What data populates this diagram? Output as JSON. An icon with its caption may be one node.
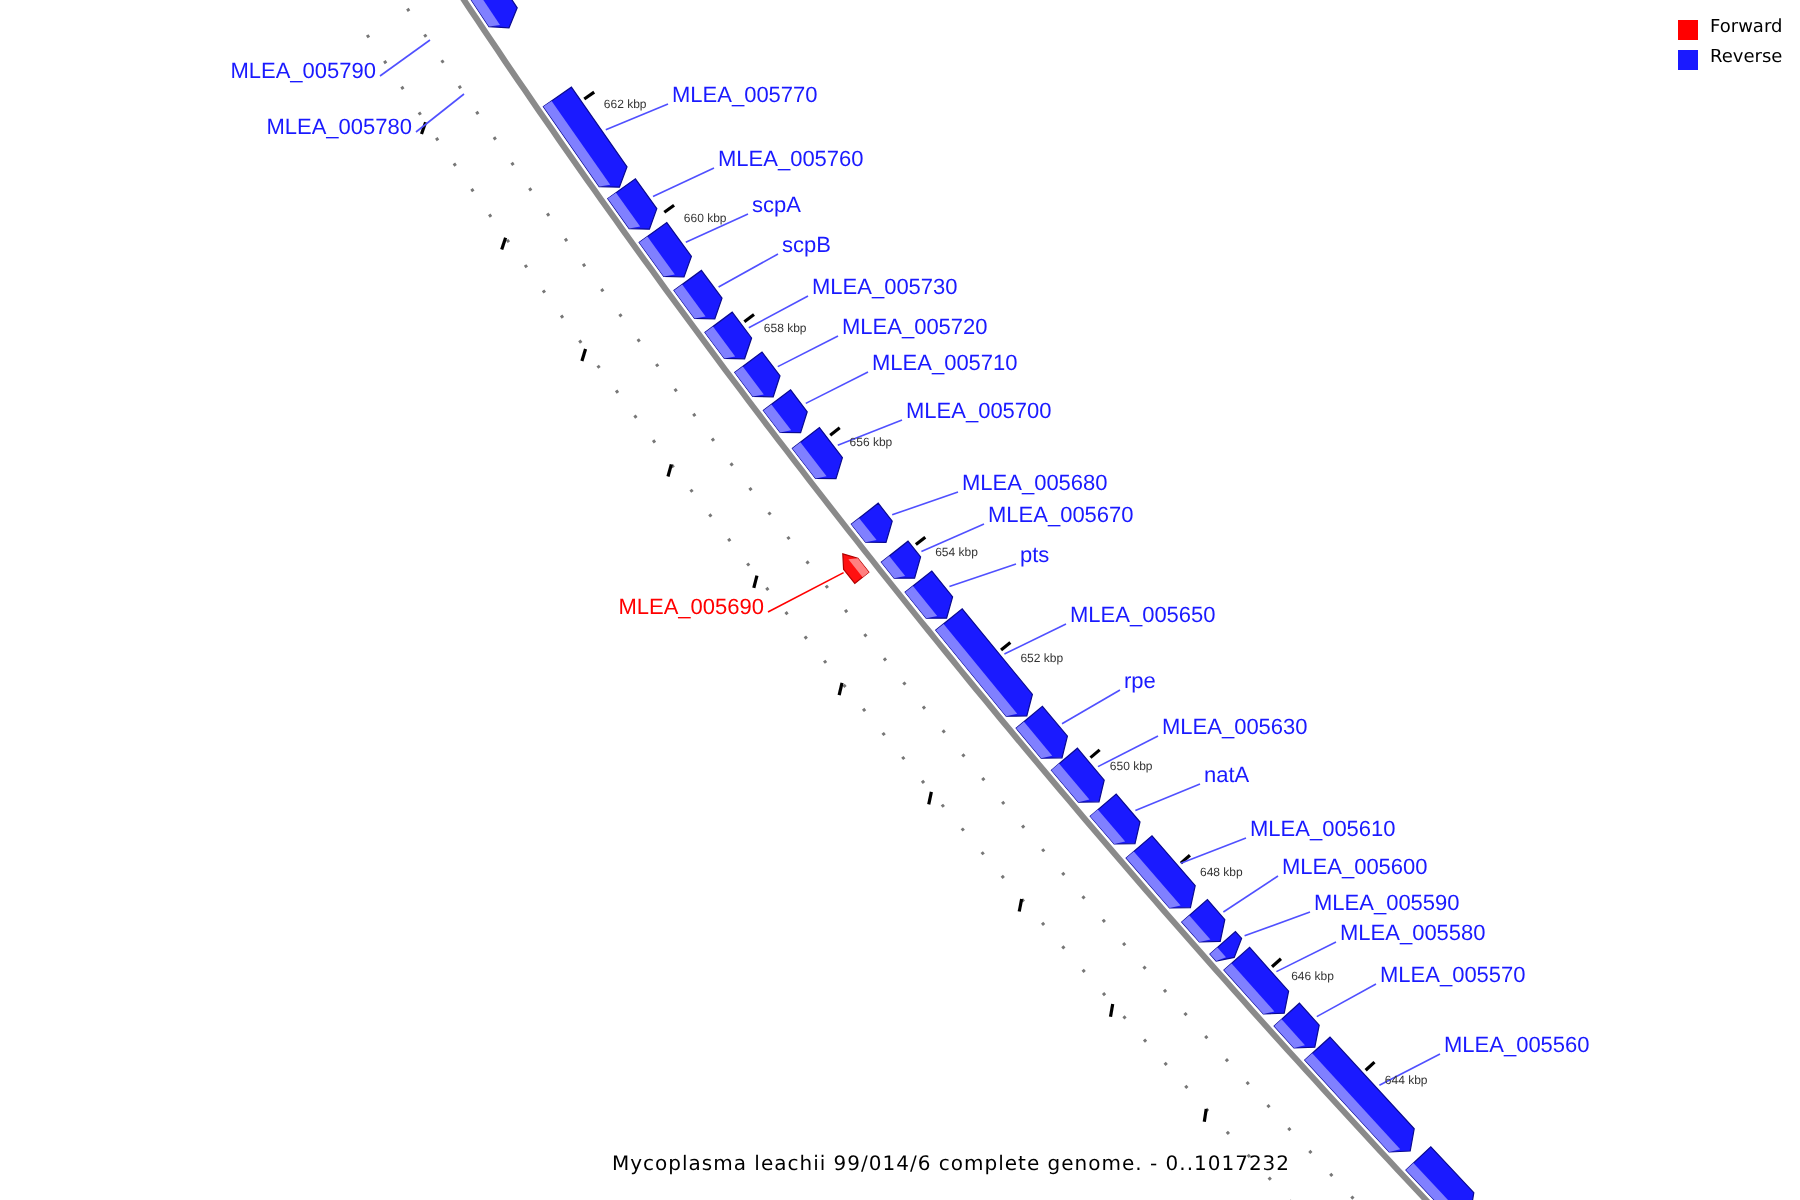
{
  "diagram": {
    "caption": "Mycoplasma leachii 99/014/6 complete genome. - 0..1017232",
    "nodes": [
      {
        "text": [
          "MLEA_005790"
        ]
      },
      {
        "text": [
          "MLEA_005780"
        ]
      },
      {
        "text": [],
        "shape": "arrow"
      },
      {
        "text": [
          "MLEA_005770"
        ]
      },
      {
        "text": [],
        "shape": "arrow"
      },
      {
        "text": [
          "MLEA_005760"
        ]
      },
      {
        "text": [],
        "shape": "arrow"
      },
      {
        "text": [
          "scpA"
        ]
      },
      {
        "text": [],
        "shape": "arrow"
      },
      {
        "text": [
          "scpB"
        ]
      },
      {
        "text": [],
        "shape": "arrow"
      },
      {
        "text": [
          "MLEA_005730"
        ]
      },
      {
        "text": [],
        "shape": "arrow"
      },
      {
        "text": [
          "MLEA_005720"
        ]
      },
      {
        "text": [],
        "shape": "arrow"
      },
      {
        "text": [
          "MLEA_005710"
        ]
      },
      {
        "text": [],
        "shape": "arrow"
      },
      {
        "text": [
          "MLEA_005700"
        ]
      },
      {
        "text": [],
        "shape": "arrow"
      },
      {
        "text": [
          "MLEA_005680"
        ]
      },
      {
        "text": [],
        "shape": "arrow"
      },
      {
        "text": [
          "MLEA_005670"
        ]
      },
      {
        "text": [],
        "shape": "arrow"
      },
      {
        "text": [
          "MLEA_005690"
        ]
      },
      {
        "text": [],
        "shape": "arrow"
      },
      {
        "text": [
          "pts"
        ]
      },
      {
        "text": [],
        "shape": "arrow"
      },
      {
        "text": [
          "MLEA_005650"
        ]
      },
      {
        "text": [],
        "shape": "arrow"
      },
      {
        "text": [
          "rpe"
        ]
      },
      {
        "text": [],
        "shape": "arrow"
      },
      {
        "text": [
          "MLEA_005630"
        ]
      },
      {
        "text": [],
        "shape": "arrow"
      },
      {
        "text": [
          "natA"
        ]
      },
      {
        "text": [],
        "shape": "arrow"
      },
      {
        "text": [
          "MLEA_005610"
        ]
      },
      {
        "text": [],
        "shape": "arrow"
      },
      {
        "text": [
          "MLEA_005600"
        ]
      },
      {
        "text": [],
        "shape": "arrow"
      },
      {
        "text": [
          "MLEA_005590"
        ]
      },
      {
        "text": [],
        "shape": "arrow"
      },
      {
        "text": [
          "MLEA_005580"
        ]
      },
      {
        "text": [],
        "shape": "arrow"
      },
      {
        "text": [
          "MLEA_005570"
        ]
      },
      {
        "text": [],
        "shape": "arrow"
      },
      {
        "text": [
          "MLEA_005560"
        ]
      },
      {
        "text": [],
        "shape": "arrow"
      },
      {
        "text": [],
        "shape": "arrow"
      }
    ],
    "edges": [
      {
        "from": 0,
        "to": null,
        "arrow": "none"
      },
      {
        "from": 1,
        "to": null,
        "arrow": "none"
      },
      {
        "from": 3,
        "to": 4,
        "arrow": "none"
      },
      {
        "from": 5,
        "to": 6,
        "arrow": "none"
      },
      {
        "from": 7,
        "to": 8,
        "arrow": "none"
      },
      {
        "from": 9,
        "to": 10,
        "arrow": "none"
      },
      {
        "from": 11,
        "to": 12,
        "arrow": "none"
      },
      {
        "from": 13,
        "to": 14,
        "arrow": "none"
      },
      {
        "from": 15,
        "to": 16,
        "arrow": "none"
      },
      {
        "from": 17,
        "to": 18,
        "arrow": "none"
      },
      {
        "from": 19,
        "to": 20,
        "arrow": "none"
      },
      {
        "from": 21,
        "to": 22,
        "arrow": "none"
      },
      {
        "from": 23,
        "to": 24,
        "arrow": "none",
        "color": "#ff0000"
      },
      {
        "from": 25,
        "to": 26,
        "arrow": "none"
      },
      {
        "from": 27,
        "to": 28,
        "arrow": "none"
      },
      {
        "from": 29,
        "to": 30,
        "arrow": "none"
      },
      {
        "from": 31,
        "to": 32,
        "arrow": "none"
      },
      {
        "from": 33,
        "to": 34,
        "arrow": "none"
      },
      {
        "from": 35,
        "to": 36,
        "arrow": "none"
      },
      {
        "from": 37,
        "to": 38,
        "arrow": "none"
      },
      {
        "from": 39,
        "to": 40,
        "arrow": "none"
      },
      {
        "from": 41,
        "to": 42,
        "arrow": "none"
      },
      {
        "from": 43,
        "to": 44,
        "arrow": "none"
      },
      {
        "from": 45,
        "to": 46,
        "arrow": "none"
      }
    ],
    "labels": [
      "662 kbp",
      "660 kbp",
      "658 kbp",
      "656 kbp",
      "654 kbp",
      "652 kbp",
      "650 kbp",
      "648 kbp",
      "646 kbp",
      "644 kbp"
    ],
    "legend": [
      {
        "text": "Forward",
        "color": "#ff0000"
      },
      {
        "text": "Reverse",
        "color": "#1a1aff"
      }
    ]
  }
}
